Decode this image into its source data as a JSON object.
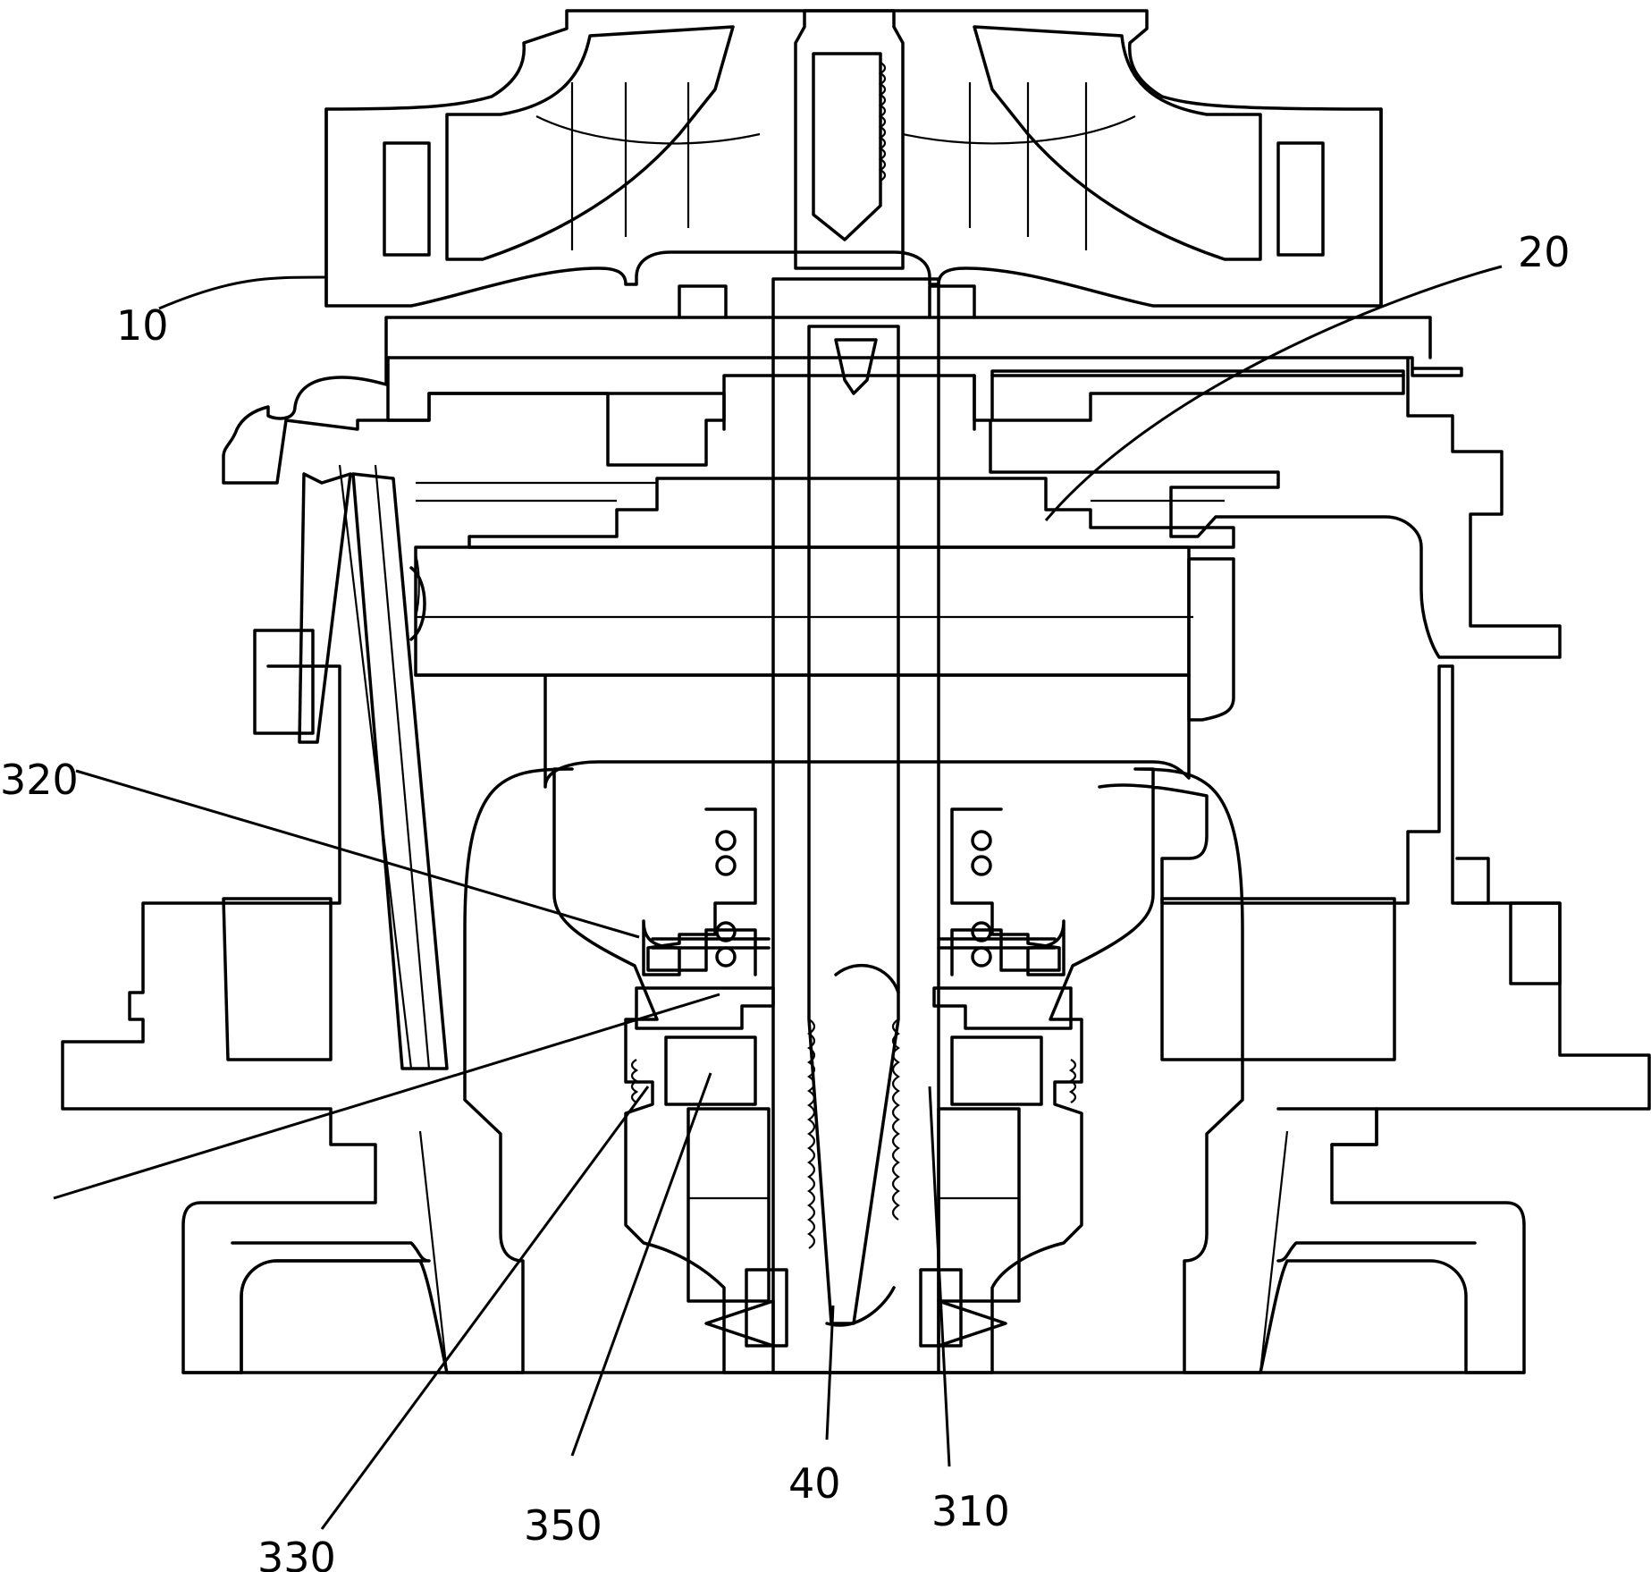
{
  "figure": {
    "labels": {
      "l10": "10",
      "l20": "20",
      "l320": "320",
      "l330": "330",
      "l350": "350",
      "l40": "40",
      "l310": "310"
    }
  }
}
